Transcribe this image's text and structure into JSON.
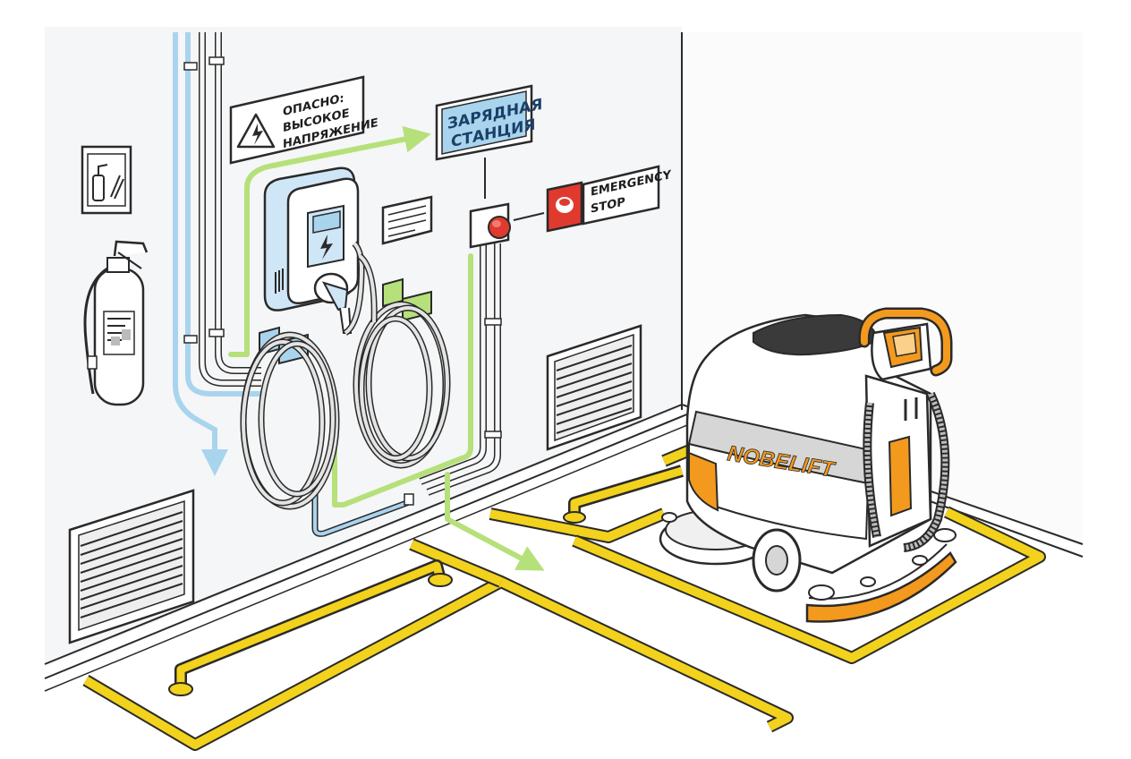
{
  "signs": {
    "danger": {
      "line1": "ОПАСНО:",
      "line2": "ВЫСОКОЕ",
      "line3": "НАПРЯЖЕНИЕ"
    },
    "station": {
      "line1": "ЗАРЯДНАЯ",
      "line2": "СТАНЦИЯ"
    },
    "emergency": {
      "line1": "EMERGENCY",
      "line2": "STOP"
    }
  },
  "machine": {
    "brand": "NOBELIFT"
  },
  "colors": {
    "outline": "#2a2a2a",
    "wall": "#f4f5f6",
    "conduit_blue": "#a9d4ee",
    "route_green": "#b6e07a",
    "floor_yellow": "#f2d21c",
    "machine_orange": "#f39a1e",
    "estop_red": "#e03a2e",
    "charger_blue": "#cfe6f7"
  }
}
